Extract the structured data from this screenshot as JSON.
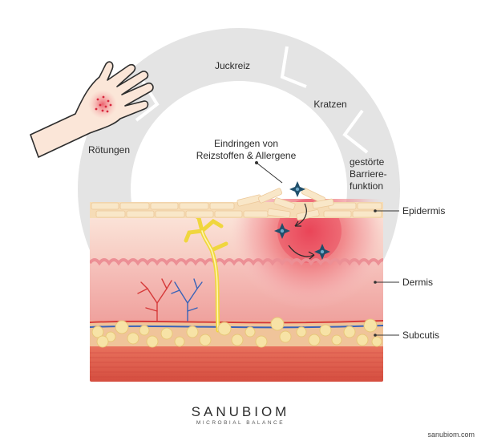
{
  "cycle": {
    "segments": [
      {
        "label": "Juckreiz"
      },
      {
        "label": "Kratzen"
      },
      {
        "label_lines": [
          "gestörte",
          "Barriere-",
          "funktion"
        ]
      },
      {
        "label": "Rötungen"
      }
    ]
  },
  "annotation": {
    "lines": [
      "Eindringen von",
      "Reizstoffen & Allergene"
    ]
  },
  "layers": [
    {
      "label": "Epidermis"
    },
    {
      "label": "Dermis"
    },
    {
      "label": "Subcutis"
    }
  ],
  "colors": {
    "ring": "#e4e4e4",
    "epidermis": "#f6dcb6",
    "dermis": "#f3b3ae",
    "subcutis_fat": "#f7e3a6",
    "nerve": "#f5e04a",
    "artery": "#d63a3a",
    "vein": "#3a63b8",
    "allergen": "#1f4f6b",
    "inflammation": "#e8354b"
  },
  "brand": {
    "name": "SANUBIOM",
    "tagline": "MICROBIAL BALANCE"
  },
  "credit": "sanubiom.com"
}
